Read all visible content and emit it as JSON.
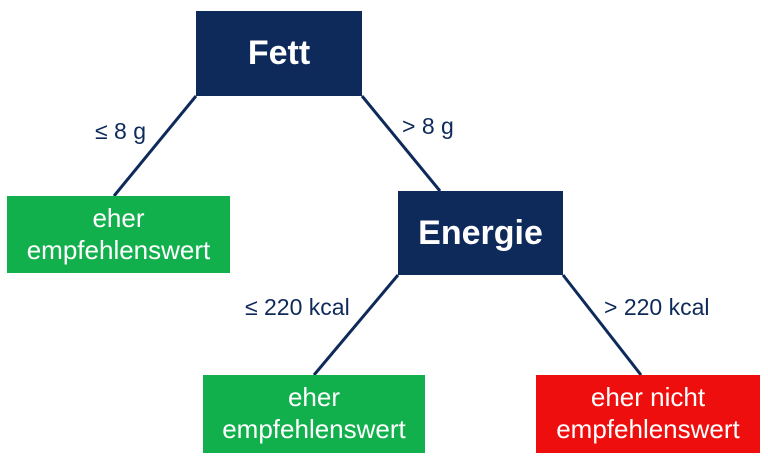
{
  "colors": {
    "decision": "#0e2a5a",
    "recommended": "#12b04c",
    "not_recommended": "#ee0e0e",
    "edge": "#0e2a5a"
  },
  "tree": {
    "root": {
      "label": "Fett",
      "left_edge": "≤ 8 g",
      "right_edge": "> 8 g"
    },
    "root_left_leaf": {
      "line1": "eher",
      "line2": "empfehlenswert"
    },
    "energy": {
      "label": "Energie",
      "left_edge": "≤ 220 kcal",
      "right_edge": "> 220 kcal"
    },
    "energy_left_leaf": {
      "line1": "eher",
      "line2": "empfehlenswert"
    },
    "energy_right_leaf": {
      "line1": "eher nicht",
      "line2": "empfehlenswert"
    }
  }
}
